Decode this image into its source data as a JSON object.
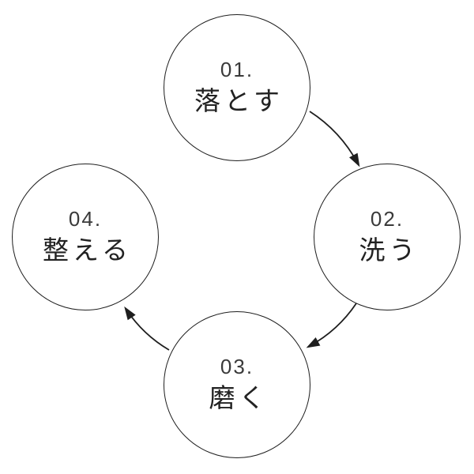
{
  "diagram": {
    "type": "cycle",
    "steps": [
      {
        "id": "01",
        "number": "01.",
        "label": "落とす",
        "position": "top"
      },
      {
        "id": "02",
        "number": "02.",
        "label": "洗う",
        "position": "right"
      },
      {
        "id": "03",
        "number": "03.",
        "label": "磨く",
        "position": "bottom"
      },
      {
        "id": "04",
        "number": "04.",
        "label": "整える",
        "position": "left"
      }
    ],
    "arrows": [
      {
        "from": "01",
        "to": "02"
      },
      {
        "from": "02",
        "to": "03"
      },
      {
        "from": "03",
        "to": "04"
      }
    ],
    "colors": {
      "background": "#ffffff",
      "stroke": "#1e1e1e",
      "number_text": "#3a3a3a",
      "label_text": "#222222"
    }
  }
}
